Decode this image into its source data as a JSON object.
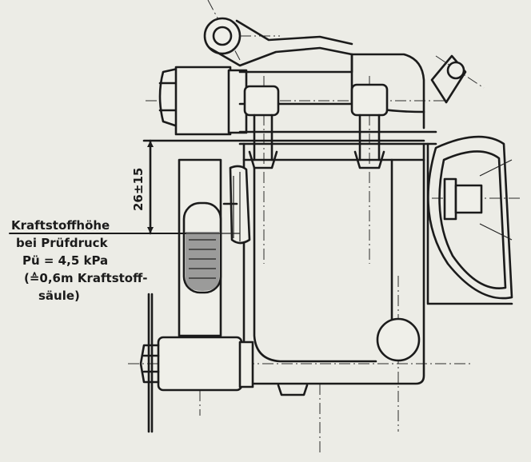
{
  "dimension_label": "26±15",
  "fuel_level_label": {
    "lines": [
      "Kraftstoffhöhe",
      "bei Prüfdruck",
      "Pü = 4,5 kPa",
      "(≙0,6m Kraftstoff-",
      "säule)"
    ]
  }
}
